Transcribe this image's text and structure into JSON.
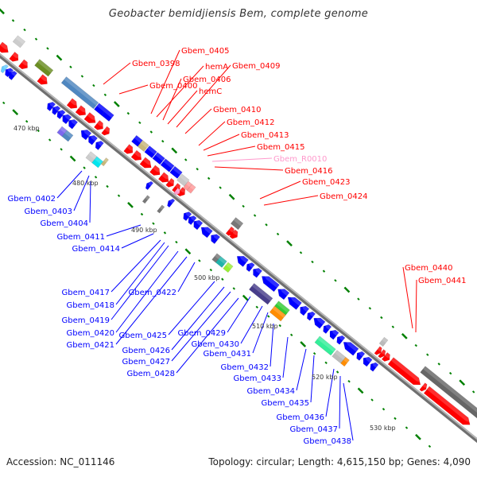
{
  "title": "Geobacter bemidjiensis Bem, complete genome",
  "footer": {
    "accession": "Accession: NC_011146",
    "topology": "Topology: circular; Length: 4,615,150 bp; Genes: 4,090"
  },
  "colors": {
    "forward": "#ff0000",
    "reverse": "#0000ff",
    "rna": "#ff99cc",
    "backbone": "#999999",
    "tick": "#008000"
  },
  "kbp_labels": [
    "470 kbp",
    "480 kbp",
    "490 kbp",
    "500 kbp",
    "510 kbp",
    "520 kbp",
    "530 kbp"
  ],
  "forward_labels": [
    "Gbem_0398",
    "Gbem_0400",
    "Gbem_0405",
    "hemA",
    "Gbem_0406",
    "hemC",
    "Gbem_0409",
    "Gbem_0410",
    "Gbem_0412",
    "Gbem_0413",
    "Gbem_0415",
    "Gbem_0416",
    "Gbem_0423",
    "Gbem_0424",
    "Gbem_0440",
    "Gbem_0441"
  ],
  "rna_labels": [
    "Gbem_R0010"
  ],
  "reverse_labels": [
    "Gbem_0402",
    "Gbem_0403",
    "Gbem_0404",
    "Gbem_0411",
    "Gbem_0414",
    "Gbem_0417",
    "Gbem_0418",
    "Gbem_0419",
    "Gbem_0420",
    "Gbem_0421",
    "Gbem_0422",
    "Gbem_0425",
    "Gbem_0426",
    "Gbem_0427",
    "Gbem_0428",
    "Gbem_0429",
    "Gbem_0430",
    "Gbem_0431",
    "Gbem_0432",
    "Gbem_0433",
    "Gbem_0434",
    "Gbem_0435",
    "Gbem_0436",
    "Gbem_0437",
    "Gbem_0438"
  ]
}
